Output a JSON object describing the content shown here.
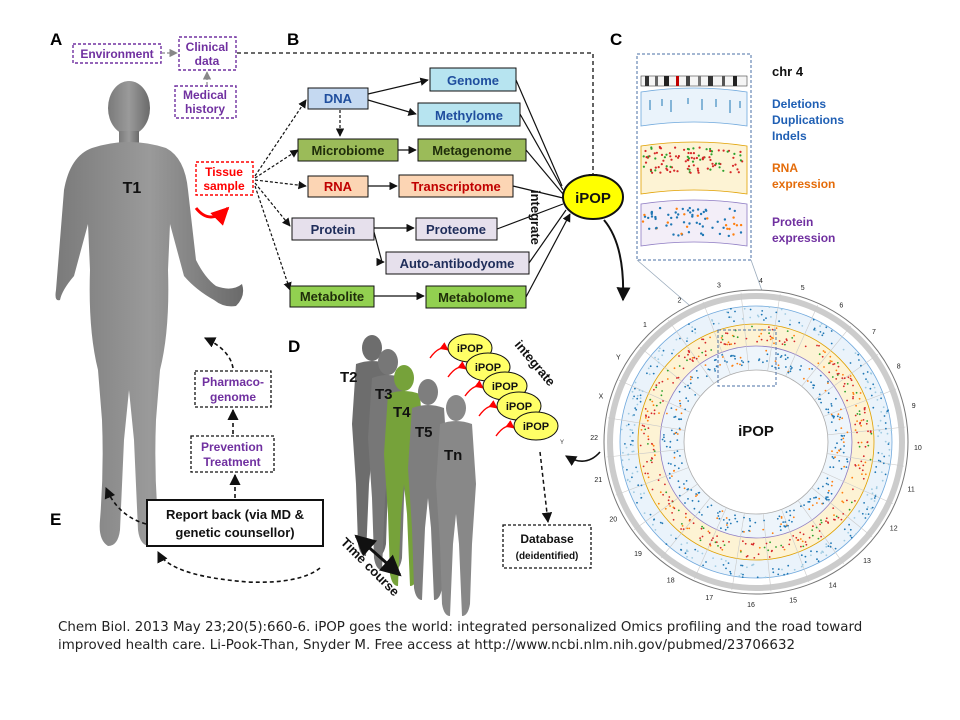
{
  "panels": {
    "a": "A",
    "b": "B",
    "c": "C",
    "d": "D",
    "e": "E"
  },
  "panel_a": {
    "environment": "Environment",
    "clinical_data": [
      "Clinical",
      "data"
    ],
    "medical_history": [
      "Medical",
      "history"
    ],
    "tissue_sample": [
      "Tissue",
      "sample"
    ],
    "person": "T1"
  },
  "panel_b": {
    "left_nodes": [
      "DNA",
      "Microbiome",
      "RNA",
      "Protein",
      "Metabolite"
    ],
    "right_nodes": [
      "Genome",
      "Methylome",
      "Metagenome",
      "Transcriptome",
      "Proteome",
      "Auto-antibodyome",
      "Metabolome"
    ],
    "integrate": "integrate",
    "ipop": "iPOP"
  },
  "panel_c": {
    "chromosome": "chr 4",
    "legend": [
      "Deletions",
      "Duplications",
      "Indels",
      "RNA",
      "expression",
      "Protein",
      "expression"
    ],
    "center": "iPOP",
    "chromosome_labels": [
      "1",
      "2",
      "3",
      "4",
      "5",
      "6",
      "7",
      "8",
      "9",
      "10",
      "11",
      "12",
      "13",
      "14",
      "15",
      "16",
      "17",
      "18",
      "19",
      "20",
      "21",
      "22",
      "X",
      "Y"
    ]
  },
  "panel_d": {
    "persons": [
      "T2",
      "T3",
      "T4",
      "T5",
      "Tn"
    ],
    "bubble": "iPOP",
    "integrate": "integrate",
    "time_course": "Time course",
    "database": "Database",
    "database_sub": "(deidentified)"
  },
  "panel_e": {
    "report": [
      "Report back (via MD &",
      "genetic counsellor)"
    ],
    "prevention": [
      "Prevention",
      "Treatment"
    ],
    "pharmaco": [
      "Pharmaco-",
      "genome"
    ]
  },
  "colors": {
    "dna": "#c5d9f1",
    "microbiome": "#9bbb59",
    "metagenome": "#9bbb59",
    "rna": "#fcd5b4",
    "protein": "#e6e0ec",
    "metabolite": "#92d050",
    "genome": "#b7e4f0",
    "ipop": "#ffff00",
    "purple": "#7030a0",
    "red": "#ff0000",
    "blue": "#1f5fb4",
    "orange": "#e46c0a"
  },
  "caption": [
    "Chem Biol. 2013 May 23;20(5):660-6. iPOP goes the world: integrated personalized Omics profiling and the road toward",
    "improved health care. Li-Pook-Than, Snyder M.  Free access at http://www.ncbi.nlm.nih.gov/pubmed/23706632"
  ]
}
